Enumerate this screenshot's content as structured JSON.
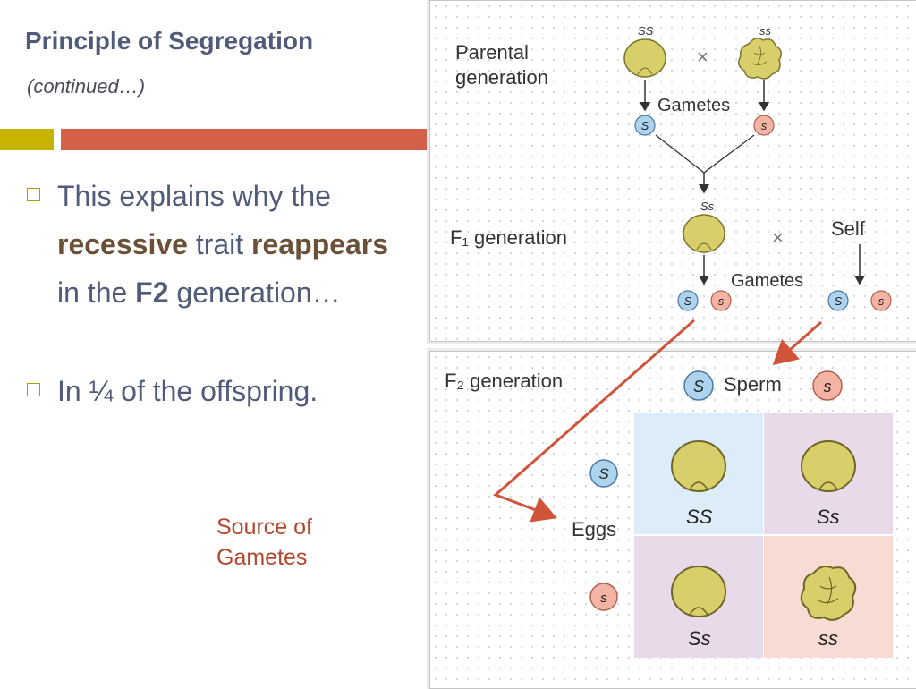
{
  "slide": {
    "title": "Principle of Segregation",
    "subtitle": "(continued…)",
    "bullet1": {
      "part1": "This explains why the",
      "recessive": "recessive",
      "part2": "trait",
      "reappears": "reappears",
      "part3": "in the",
      "f2": "F2",
      "part4": "generation…"
    },
    "bullet2": "In ¼ of the offspring.",
    "note_line1": "Source of",
    "note_line2": "Gametes"
  },
  "diagram_top": {
    "parental_line1": "Parental",
    "parental_line2": "generation",
    "parent1_genotype": "SS",
    "parent2_genotype": "ss",
    "cross": "×",
    "gametes_label": "Gametes",
    "gamete_dominant": "S",
    "gamete_recessive": "s",
    "f1_genotype": "Ss",
    "f1_label": "F₁ generation",
    "self_label": "Self",
    "gametes_label2": "Gametes"
  },
  "diagram_bottom": {
    "f2_label": "F₂ generation",
    "sperm_label": "Sperm",
    "eggs_label": "Eggs",
    "gamete_dominant": "S",
    "gamete_recessive": "s",
    "cells": [
      {
        "genotype": "SS",
        "color": "#dcecf8"
      },
      {
        "genotype": "Ss",
        "color": "#e8dae8"
      },
      {
        "genotype": "Ss",
        "color": "#e8dae8"
      },
      {
        "genotype": "ss",
        "color": "#f8dcd4"
      }
    ]
  },
  "colors": {
    "title": "#4f5b78",
    "accent_yellow": "#c8b400",
    "accent_red": "#d4604a",
    "note_text": "#b3472e",
    "arrow": "#d0533a",
    "pea_fill": "#d8cf6a",
    "gamete_blue": "#aed3ee",
    "gamete_pink": "#f4b4a4"
  }
}
